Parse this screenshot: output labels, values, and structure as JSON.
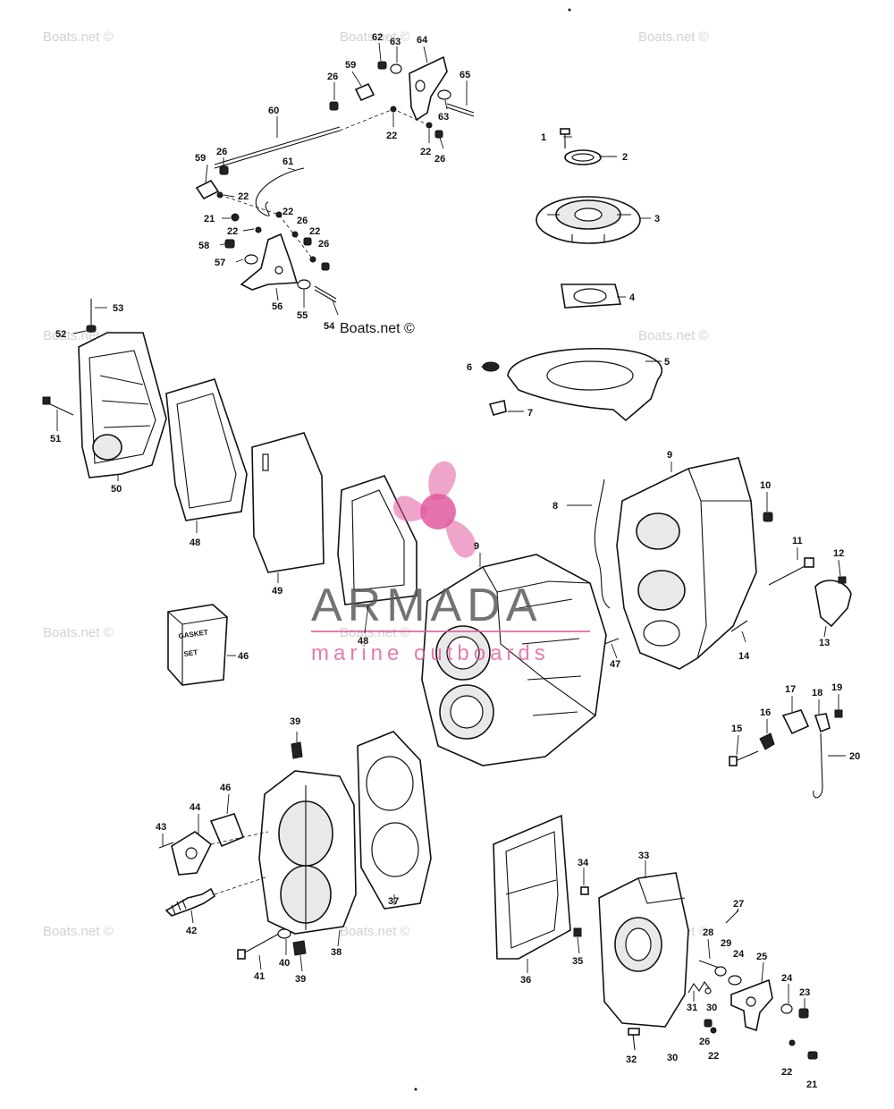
{
  "watermark": "Boats.net ©",
  "brand": {
    "name": "ARMADA",
    "tagline": "marine outboards",
    "logo_color": "#e15b9e"
  },
  "gasket_set_label": [
    "GASKET",
    "SET"
  ],
  "callouts": [
    "1",
    "2",
    "3",
    "4",
    "5",
    "6",
    "7",
    "8",
    "9",
    "9",
    "10",
    "11",
    "12",
    "13",
    "14",
    "15",
    "16",
    "17",
    "18",
    "19",
    "20",
    "21",
    "21",
    "22",
    "22",
    "22",
    "22",
    "22",
    "22",
    "22",
    "22",
    "22",
    "23",
    "24",
    "24",
    "25",
    "26",
    "26",
    "26",
    "26",
    "26",
    "26",
    "27",
    "28",
    "29",
    "30",
    "30",
    "31",
    "32",
    "33",
    "34",
    "35",
    "36",
    "37",
    "38",
    "39",
    "39",
    "40",
    "41",
    "42",
    "43",
    "44",
    "46",
    "46",
    "47",
    "48",
    "48",
    "49",
    "50",
    "51",
    "52",
    "53",
    "54",
    "55",
    "56",
    "57",
    "58",
    "59",
    "59",
    "60",
    "61",
    "62",
    "63",
    "63",
    "64",
    "65"
  ]
}
